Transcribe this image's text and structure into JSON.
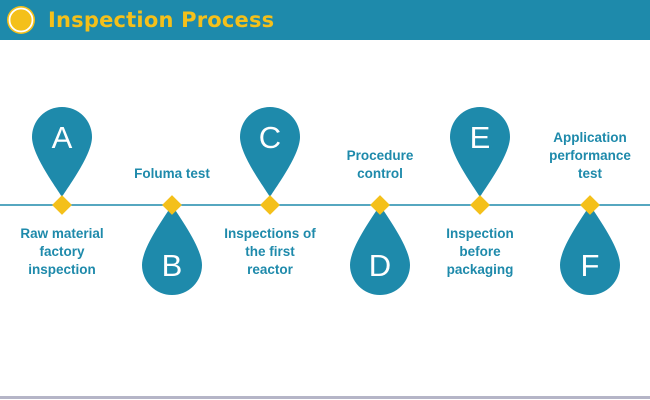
{
  "header": {
    "title": "Inspection Process"
  },
  "colors": {
    "accent": "#1e8aab",
    "marker": "#f4c01a",
    "line": "#1e8aab",
    "bottom_line": "#b5b5c7"
  },
  "steps": [
    {
      "letter": "A",
      "label": "Raw material\nfactory\ninspection"
    },
    {
      "letter": "B",
      "label": "Foluma test"
    },
    {
      "letter": "C",
      "label": "Inspections of\nthe first\nreactor"
    },
    {
      "letter": "D",
      "label": "Procedure\ncontrol"
    },
    {
      "letter": "E",
      "label": "Inspection\nbefore\npackaging"
    },
    {
      "letter": "F",
      "label": "Application\nperformance\ntest"
    }
  ]
}
